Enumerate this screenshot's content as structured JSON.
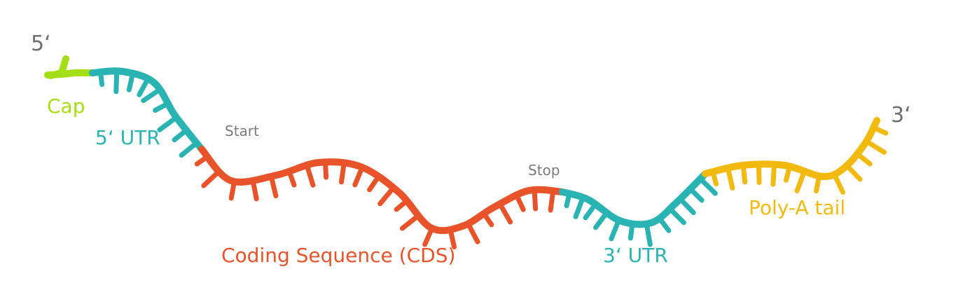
{
  "labels": {
    "five_prime": "5‘",
    "three_prime": "3‘",
    "cap": "Cap",
    "five_utr": "5‘ UTR",
    "start": "Start",
    "stop": "Stop",
    "cds": "Coding Sequence (CDS)",
    "three_utr": "3‘ UTR",
    "poly_a": "Poly-A tail"
  },
  "regions": [
    {
      "name": "Cap",
      "color": "#a4de14"
    },
    {
      "name": "5‘ UTR",
      "color": "#2ab3b3"
    },
    {
      "name": "Coding Sequence (CDS)",
      "color": "#e8532a"
    },
    {
      "name": "3‘ UTR",
      "color": "#2ab3b3"
    },
    {
      "name": "Poly-A tail",
      "color": "#f2b90f"
    }
  ]
}
